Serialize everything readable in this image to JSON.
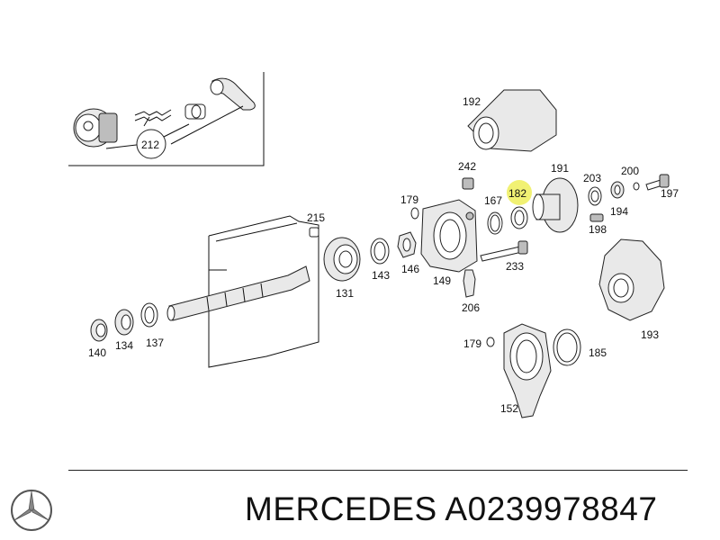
{
  "diagram": {
    "parts": [
      {
        "id": "p212",
        "label": "212"
      },
      {
        "id": "p192",
        "label": "192"
      },
      {
        "id": "p242",
        "label": "242"
      },
      {
        "id": "p191",
        "label": "191"
      },
      {
        "id": "p203",
        "label": "203"
      },
      {
        "id": "p200",
        "label": "200"
      },
      {
        "id": "p197",
        "label": "197"
      },
      {
        "id": "p179a",
        "label": "179"
      },
      {
        "id": "p167",
        "label": "167"
      },
      {
        "id": "p182",
        "label": "182",
        "highlighted": true
      },
      {
        "id": "p194",
        "label": "194"
      },
      {
        "id": "p198",
        "label": "198"
      },
      {
        "id": "p215",
        "label": "215"
      },
      {
        "id": "p233",
        "label": "233"
      },
      {
        "id": "p149",
        "label": "149"
      },
      {
        "id": "p146",
        "label": "146"
      },
      {
        "id": "p143",
        "label": "143"
      },
      {
        "id": "p131",
        "label": "131"
      },
      {
        "id": "p206",
        "label": "206"
      },
      {
        "id": "p193",
        "label": "193"
      },
      {
        "id": "p140",
        "label": "140"
      },
      {
        "id": "p134",
        "label": "134"
      },
      {
        "id": "p137",
        "label": "137"
      },
      {
        "id": "p179b",
        "label": "179"
      },
      {
        "id": "p185",
        "label": "185"
      },
      {
        "id": "p152",
        "label": "152"
      }
    ],
    "highlight_color": "#e6e600"
  },
  "footer": {
    "brand": "MERCEDES",
    "part_number": "A0239978847",
    "text": "MERCEDES A0239978847",
    "logo": "mercedes-star-icon"
  }
}
